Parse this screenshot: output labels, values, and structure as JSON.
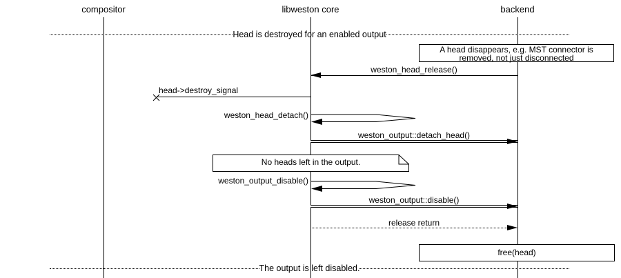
{
  "diagram": {
    "actors": {
      "compositor": "compositor",
      "libweston": "libweston core",
      "backend": "backend"
    },
    "dividers": {
      "top": "Head is destroyed for an enabled output",
      "bottom": "The output is left disabled."
    },
    "notes": {
      "head_disappears_line1": "A head disappears, e.g. MST connector is",
      "head_disappears_line2": "removed, not just disconnected",
      "no_heads_left": "No heads left in the output.",
      "free_head": "free(head)"
    },
    "messages": {
      "weston_head_release": "weston_head_release()",
      "head_destroy_signal": "head->destroy_signal",
      "weston_head_detach": "weston_head_detach()",
      "weston_output_detach_head": "weston_output::detach_head()",
      "weston_output_disable_api": "weston_output_disable()",
      "weston_output_disable_vfunc": "weston_output::disable()",
      "release_return": "release return"
    },
    "colors": {
      "foreground": "#000000",
      "background": "#ffffff"
    }
  }
}
